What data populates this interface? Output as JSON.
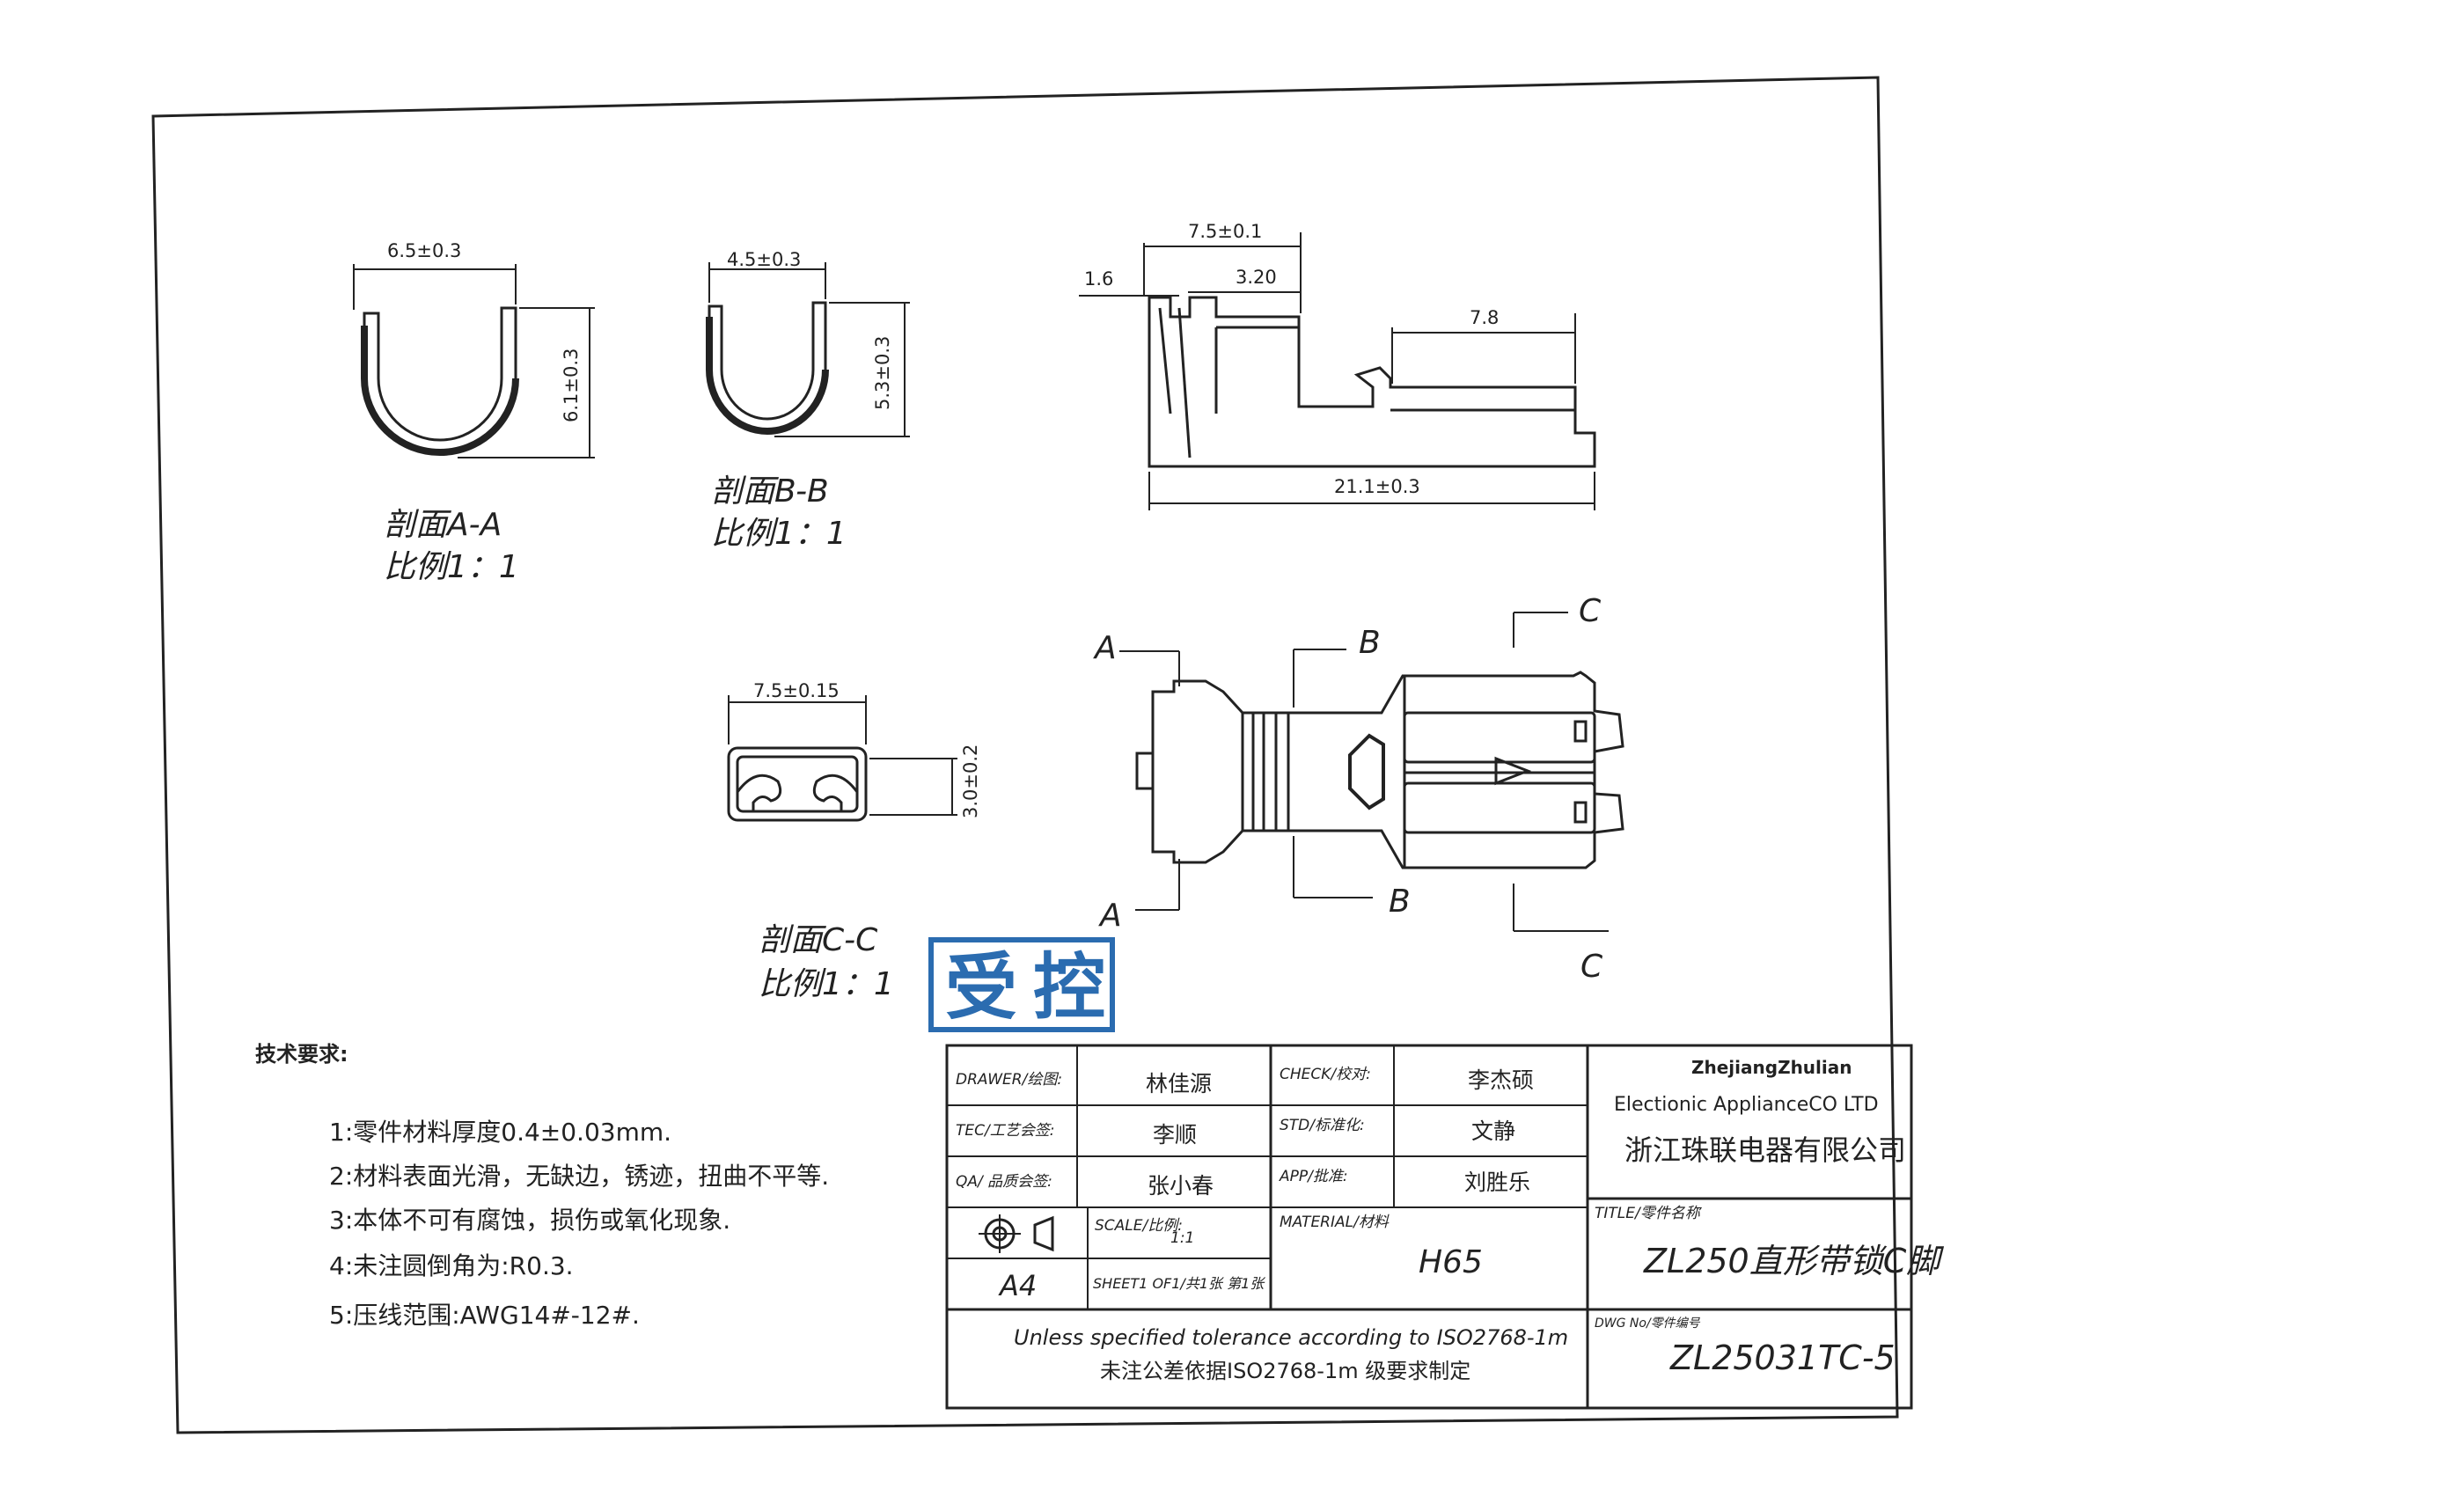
{
  "dimensions": {
    "aa_width": "6.5±0.3",
    "aa_height": "6.1±0.3",
    "bb_width": "4.5±0.3",
    "bb_height": "5.3±0.3",
    "cc_width": "7.5±0.15",
    "cc_height": "3.0±0.2",
    "side_top": "7.5±0.1",
    "side_left": "1.6",
    "side_mid": "3.20",
    "side_right": "7.8",
    "side_length": "21.1±0.3"
  },
  "sections": {
    "aa_name": "剖面A-A",
    "aa_scale": "比例1：1",
    "bb_name": "剖面B-B",
    "bb_scale": "比例1：1",
    "cc_name": "剖面C-C",
    "cc_scale": "比例1：1"
  },
  "cut_markers": {
    "a": "A",
    "b": "B",
    "c": "C"
  },
  "stamp": "受控",
  "requirements": {
    "title": "技术要求:",
    "items": [
      "1:零件材料厚度0.4±0.03mm.",
      "2:材料表面光滑，无缺边，锈迹，扭曲不平等.",
      "3:本体不可有腐蚀，损伤或氧化现象.",
      "4:未注圆倒角为:R0.3.",
      "5:压线范围:AWG14#-12#."
    ]
  },
  "title_block": {
    "drawer_label": "DRAWER/绘图:",
    "drawer": "林佳源",
    "tec_label": "TEC/工艺会签:",
    "tec": "李顺",
    "qa_label": "QA/ 品质会签:",
    "qa": "张小春",
    "check_label": "CHECK/校对:",
    "check": "李杰硕",
    "std_label": "STD/标准化:",
    "std": "文静",
    "app_label": "APP/批准:",
    "app": "刘胜乐",
    "scale_label": "SCALE/比例:",
    "scale": "1:1",
    "paper": "A4",
    "sheet": "SHEET1 OF1/共1张 第1张",
    "material_label": "MATERIAL/材料",
    "material": "H65",
    "company_line1": "ZhejiangZhulian",
    "company_line2": "Electionic ApplianceCO LTD",
    "company_cn": "浙江珠联电器有限公司",
    "title_label": "TITLE/零件名称",
    "title": "ZL250直形带锁C脚",
    "dwg_label": "DWG No/零件编号",
    "dwg_no": "ZL25031TC-5",
    "tolerance_en": "Unless specified tolerance according to ISO2768-1m",
    "tolerance_cn": "未注公差依据ISO2768-1m 级要求制定"
  }
}
